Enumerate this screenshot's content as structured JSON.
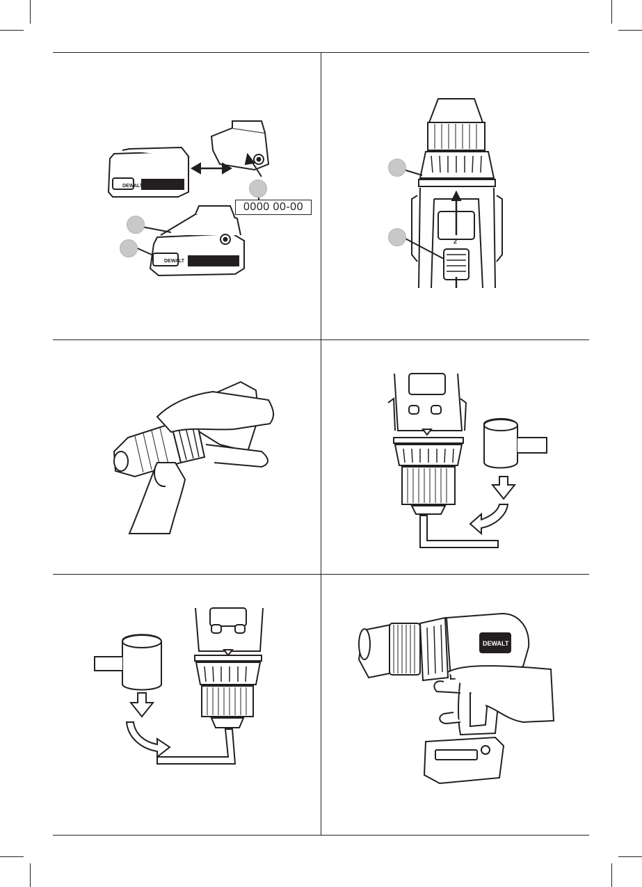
{
  "page": {
    "background": "#ffffff",
    "ink": "#231f20",
    "callout_fill": "#c8c8c8"
  },
  "figures": [
    {
      "id": "battery-pack-removal",
      "texts": {
        "date_code": "0000 00-00",
        "brand": "DEWALT"
      }
    },
    {
      "id": "torque-collar-speed-selector",
      "texts": {
        "gear_mark": "2"
      }
    },
    {
      "id": "chuck-tightening-hand-grip"
    },
    {
      "id": "chuck-removal-hex-key-mallet-right"
    },
    {
      "id": "chuck-removal-hex-key-mallet-left"
    },
    {
      "id": "drill-in-hand",
      "texts": {
        "brand": "DEWALT"
      }
    }
  ]
}
